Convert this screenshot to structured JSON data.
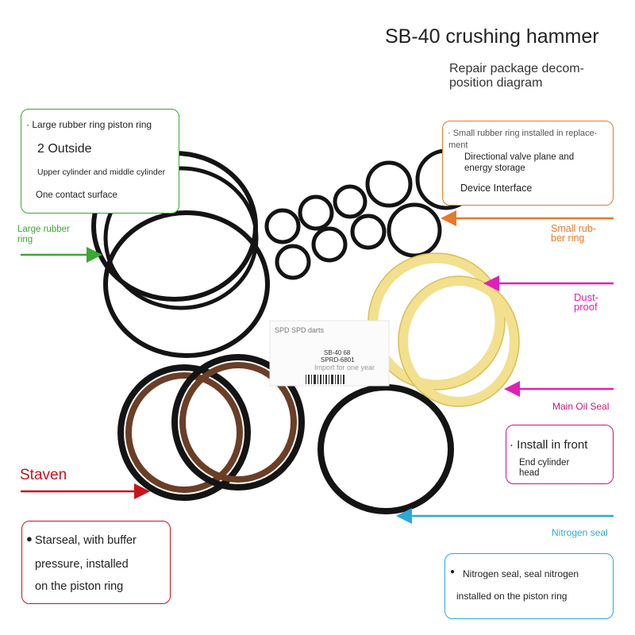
{
  "header": {
    "title": "SB-40 crushing hammer",
    "subtitle_line1": "Repair package decom-",
    "subtitle_line2": "position diagram"
  },
  "callouts": {
    "piston": {
      "line1": "· Large rubber ring piston ring",
      "line2": "2 Outside",
      "line3": "Upper cylinder and middle cylinder",
      "line4": "One contact surface",
      "border_color": "#3aa832"
    },
    "valve": {
      "line1": "· Small rubber ring installed in replace-",
      "line2": "ment",
      "line3": "Directional valve plane and",
      "line4": "energy storage",
      "line5": "Device Interface",
      "border_color": "#e47a2a"
    },
    "front": {
      "line1": "· Install in front",
      "line2": "End cylinder",
      "line3": "head",
      "border_color": "#c1197f"
    },
    "starseal": {
      "line1": "Starseal, with buffer",
      "line2": "pressure, installed",
      "line3": "on the piston ring",
      "border_color": "#c4161c"
    },
    "nitrogen": {
      "line1": "Nitrogen seal, seal nitrogen",
      "line2": "installed on the piston ring",
      "border_color": "#2ba9d6"
    }
  },
  "labels": {
    "large_rubber_ring_1": "Large rubber",
    "large_rubber_ring_2": "ring",
    "small_rubber_ring_1": "Small rub-",
    "small_rubber_ring_2": "ber ring",
    "dust_proof_1": "Dust-",
    "dust_proof_2": "proof",
    "main_oil_seal": "Main Oil Seal",
    "staven": "Staven",
    "nitrogen_seal": "Nitrogen seal"
  },
  "product_card": {
    "brand": "SPD SPD darts",
    "model": "SB-40 68",
    "part_no": "SPRD-6801",
    "warranty": "Import for one year"
  },
  "colors": {
    "green": "#3aa832",
    "orange": "#e47a2a",
    "magenta": "#e020b8",
    "red": "#c4161c",
    "blue": "#2ba9d6",
    "rubber_black": "#141414",
    "polyurethane_yellow": "#f2e08e",
    "brown_seal": "#6b3e26"
  }
}
